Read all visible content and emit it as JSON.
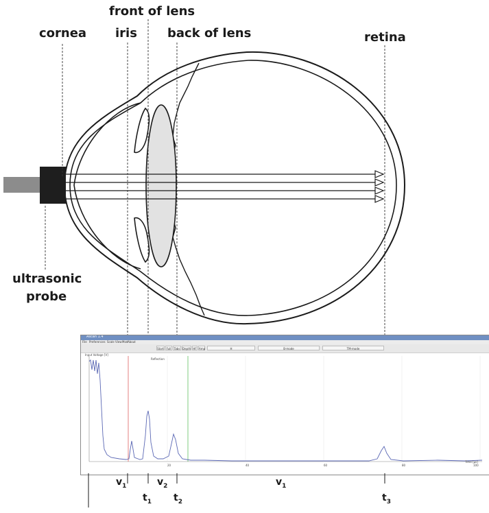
{
  "labels": {
    "front_of_lens": "front of lens",
    "cornea": "cornea",
    "iris": "iris",
    "back_of_lens": "back of lens",
    "retina": "retina",
    "ultrasonic_probe_line1": "ultrasonic",
    "ultrasonic_probe_line2": "probe"
  },
  "bottom_symbols": [
    {
      "base": "v",
      "sub": "1"
    },
    {
      "base": "t",
      "sub": "1"
    },
    {
      "base": "v",
      "sub": "2"
    },
    {
      "base": "t",
      "sub": "2"
    },
    {
      "base": "v",
      "sub": "1"
    },
    {
      "base": "t",
      "sub": "3"
    }
  ],
  "screenshot": {
    "title": "Ascan 1.4",
    "menu": [
      "File",
      "Preferences",
      "Scale",
      "View",
      "Mod",
      "About"
    ],
    "toolbar": [
      "Start",
      "Full",
      "Tabs",
      "Depth",
      "HF",
      "Amp",
      "H",
      "B-mode",
      "TM-mode"
    ],
    "plot_caption": "Input Voltage [V]",
    "reflection_label": "Reflection",
    "x_axis_label": "Time [µs]",
    "x_ticks": [
      "20",
      "40",
      "60",
      "80",
      "100"
    ]
  },
  "colors": {
    "trace": "#5a67b4",
    "marker_red": "#e06060",
    "marker_green": "#5fbf5f",
    "probe_body": "#1e1e1e",
    "probe_cable": "#8c8c8c",
    "lens_fill": "#e2e2e2"
  }
}
